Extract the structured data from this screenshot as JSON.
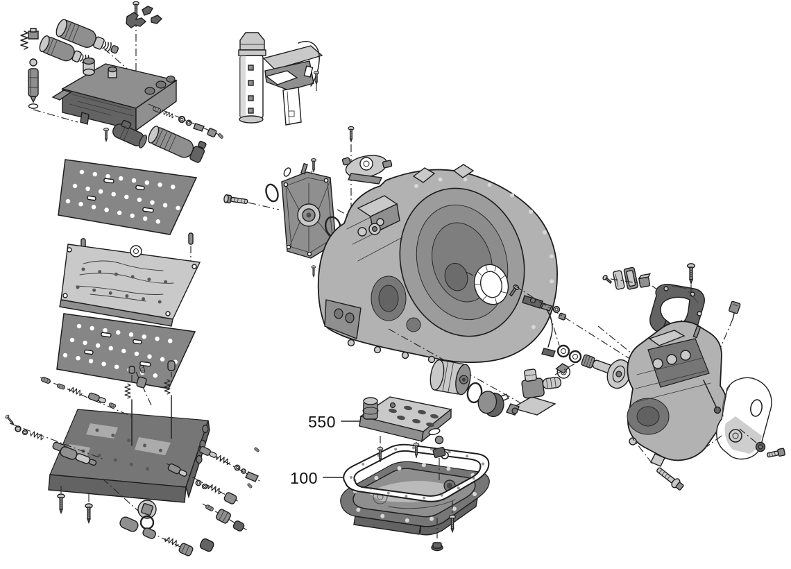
{
  "diagram": {
    "kind": "exploded-parts-diagram",
    "subject": "automatic-transmission-valve-body-case-and-oil-pan"
  },
  "callouts": [
    {
      "label": "550",
      "points_to": "oil-strainer"
    },
    {
      "label": "100",
      "points_to": "oil-pan-gasket"
    }
  ],
  "colors": {
    "background": "#ffffff",
    "line": "#222222",
    "fill_dark": "#636363",
    "fill_mid": "#8f8f8f",
    "fill_light": "#c9c9c9",
    "callout_text": "#111111"
  },
  "parts": [
    "pressure-relief-valve-stack",
    "shift-solenoids",
    "wiring-clip",
    "upper-valve-body",
    "separator-gasket-upper",
    "transfer-plate",
    "separator-gasket-lower",
    "lower-valve-body",
    "valve-and-spring-kits",
    "atf-reservoir-assembly",
    "oil-pump-plate",
    "sealing-rings",
    "kickdown-switch",
    "transmission-case",
    "output-shaft-seal",
    "cartridge-filter",
    "end-cap",
    "governor-valve-assembly",
    "selector-shaft-linkage",
    "output-flange-shaft",
    "mount-bracket-cluster",
    "final-drive-housing",
    "side-cover-plate",
    "oil-strainer",
    "oil-pan-gasket",
    "oil-pan",
    "fasteners"
  ]
}
